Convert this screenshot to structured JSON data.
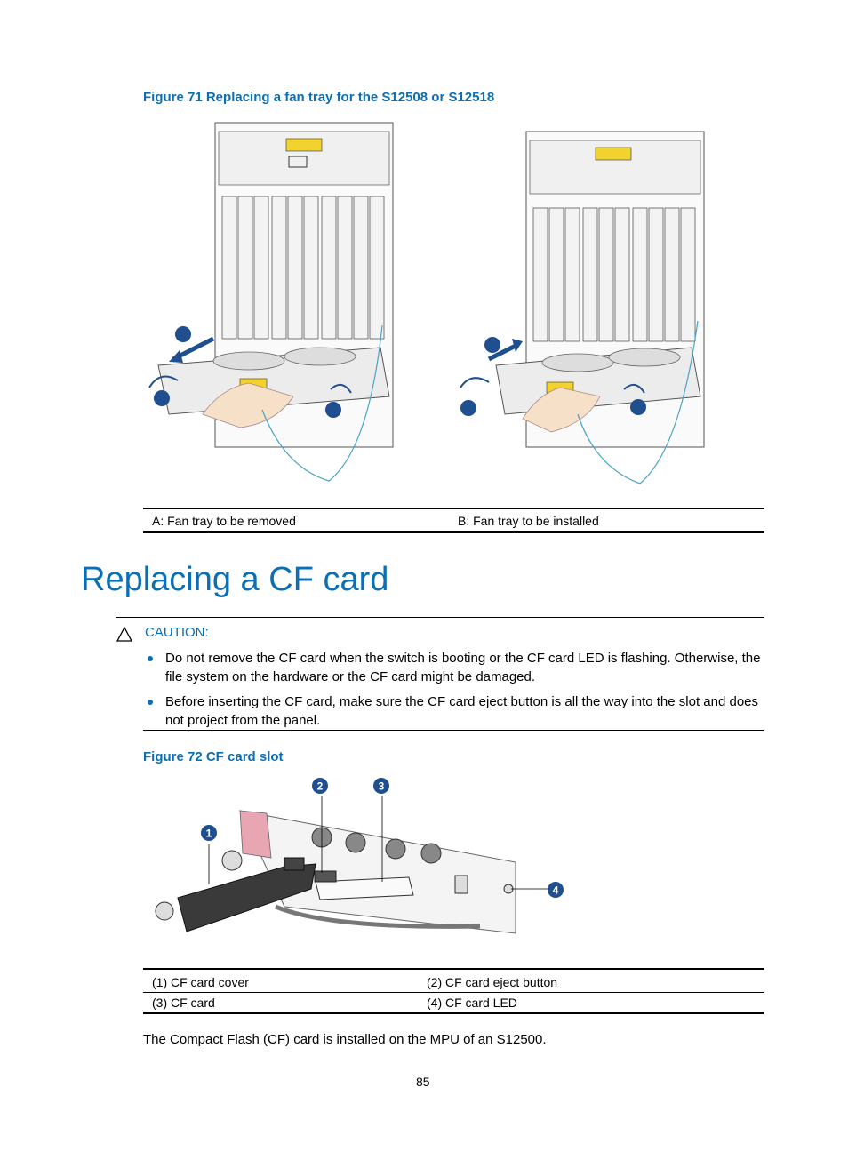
{
  "figure71": {
    "caption": "Figure 71 Replacing a fan tray for the S12508 or S12518",
    "label_a": "A: Fan tray to be removed",
    "label_b": "B: Fan tray to be installed"
  },
  "section": {
    "heading": "Replacing a CF card"
  },
  "caution": {
    "label": "CAUTION:",
    "items": [
      "Do not remove the CF card when the switch is booting or the CF card LED is flashing. Otherwise, the file system on the hardware or the CF card might be damaged.",
      "Before inserting the CF card, make sure the CF card eject button is all the way into the slot and does not project from the panel."
    ]
  },
  "figure72": {
    "caption": "Figure 72 CF card slot",
    "callouts": [
      "1",
      "2",
      "3",
      "4"
    ],
    "legend": [
      [
        "(1) CF card cover",
        "(2) CF card eject button"
      ],
      [
        "(3) CF card",
        "(4) CF card LED"
      ]
    ]
  },
  "body": {
    "paragraph": "The Compact Flash (CF) card is installed on the MPU of an S12500."
  },
  "page_number": "85",
  "colors": {
    "accent": "#0a6fb4",
    "callout_fill": "#1f4f8f"
  },
  "icons": [
    "caution-triangle-icon",
    "arrow-icon",
    "rotate-arrow-icon"
  ]
}
